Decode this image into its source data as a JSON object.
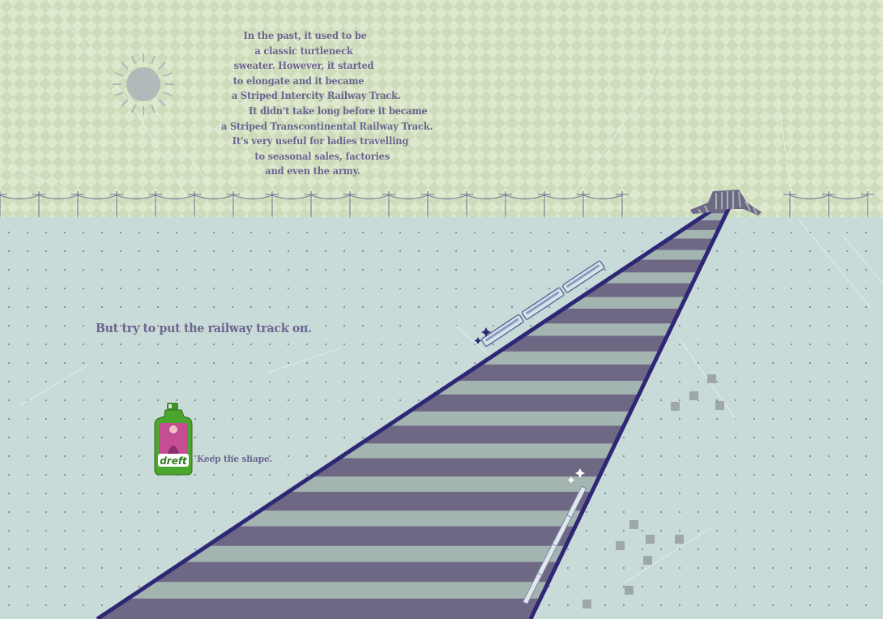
{
  "story": {
    "lines": [
      "In the past, it used to be",
      "a classic turtleneck",
      "sweater. However, it started",
      "to elongate and  it became",
      "a Striped Intercity Railway Track.",
      "It didn't take long before it became",
      "a Striped Transcontinental Railway Track.",
      "It's very useful for ladies travelling",
      "to seasonal sales, factories",
      "and even the army."
    ]
  },
  "tagline": "But try to put the railway track on.",
  "product": {
    "brand": "dreft",
    "slogan": "Keep the shape."
  },
  "colors": {
    "sky": "#d9e6c8",
    "ground": "#c9dbd8",
    "track_edge": "#2e2775",
    "stripe_dark": "#6e6885",
    "stripe_light": "#9fb2ad",
    "text": "#6b6590",
    "bottle_green": "#4aa62d",
    "bottle_pink": "#c44d93"
  },
  "icons": [
    "sun-icon",
    "telegraph-pole-icon",
    "train-icon",
    "sparkle-icon",
    "detergent-bottle-icon"
  ]
}
